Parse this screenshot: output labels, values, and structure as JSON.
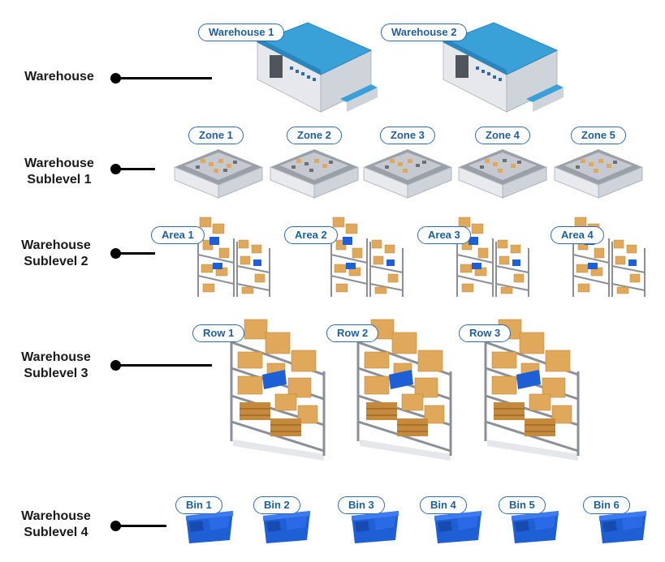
{
  "levels": [
    {
      "line1": "Warehouse",
      "line2": ""
    },
    {
      "line1": "Warehouse",
      "line2": "Sublevel 1"
    },
    {
      "line1": "Warehouse",
      "line2": "Sublevel 2"
    },
    {
      "line1": "Warehouse",
      "line2": "Sublevel 3"
    },
    {
      "line1": "Warehouse",
      "line2": "Sublevel 4"
    }
  ],
  "warehouses": [
    "Warehouse 1",
    "Warehouse 2"
  ],
  "zones": [
    "Zone 1",
    "Zone 2",
    "Zone 3",
    "Zone 4",
    "Zone 5"
  ],
  "areas": [
    "Area 1",
    "Area 2",
    "Area 3",
    "Area 4"
  ],
  "rows": [
    "Row 1",
    "Row 2",
    "Row 3"
  ],
  "bins": [
    "Bin 1",
    "Bin 2",
    "Bin 3",
    "Bin 4",
    "Bin 5",
    "Bin 6"
  ],
  "colors": {
    "label_border": "#2b6cb0",
    "label_text": "#1f5f9e",
    "roof": "#3aa0d8",
    "bin": "#1f5fd6",
    "box": "#e0a85a",
    "rack": "#8a8f98"
  }
}
